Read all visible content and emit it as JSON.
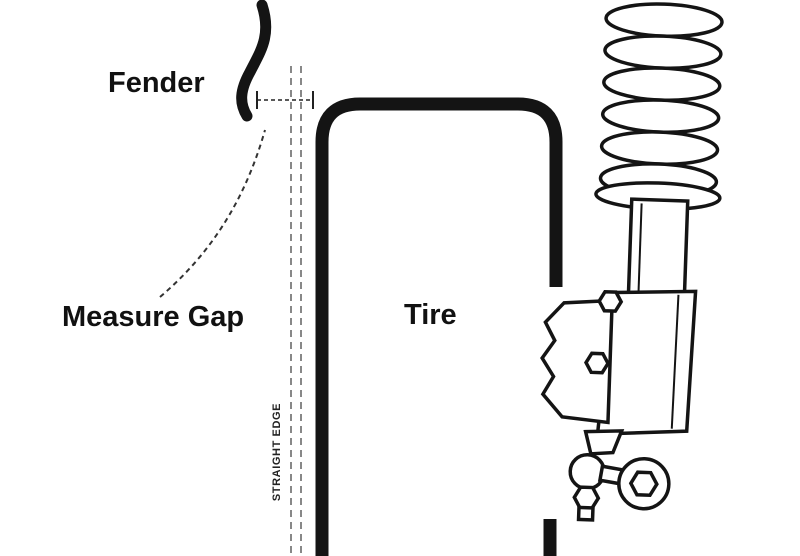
{
  "diagram": {
    "labels": {
      "fender": "Fender",
      "measure_gap": "Measure Gap",
      "tire": "Tire",
      "straight_edge": "STRAIGHT EDGE"
    },
    "colors": {
      "line": "#141414",
      "dashed_guide": "#666666",
      "background": "#ffffff"
    }
  }
}
